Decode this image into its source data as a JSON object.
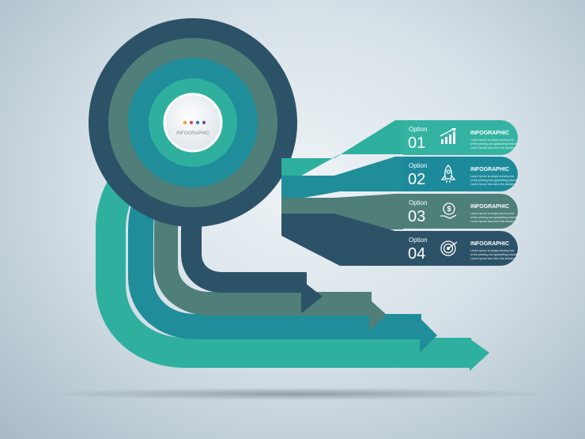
{
  "center": {
    "title": "INFOGRAPHIC",
    "dot_colors": [
      "#e8a33c",
      "#d2495a",
      "#3a78b8",
      "#7a4e9c"
    ]
  },
  "options": [
    {
      "option_label": "Option",
      "number": "01",
      "icon": "growth-chart-icon",
      "title": "INFOGRAPHIC",
      "color": "#34b3a2",
      "body_lines": [
        "Lorem ipsum is simply dummy text",
        "of the printing and typesetting industry.",
        "Lorem Ipsum has been the industry's"
      ]
    },
    {
      "option_label": "Option",
      "number": "02",
      "icon": "rocket-icon",
      "title": "INFOGRAPHIC",
      "color": "#1c8a9b",
      "body_lines": [
        "Lorem ipsum is simply dummy text",
        "of the printing and typesetting industry.",
        "Lorem Ipsum has been the industry's"
      ]
    },
    {
      "option_label": "Option",
      "number": "03",
      "icon": "money-hand-icon",
      "title": "INFOGRAPHIC",
      "color": "#4e7f78",
      "body_lines": [
        "Lorem ipsum is simply dummy text",
        "of the printing and typesetting industry.",
        "Lorem Ipsum has been the industry's"
      ]
    },
    {
      "option_label": "Option",
      "number": "04",
      "icon": "target-icon",
      "title": "INFOGRAPHIC",
      "color": "#2c5268",
      "body_lines": [
        "Lorem ipsum is simply dummy text",
        "of the printing and typesetting industry.",
        "Lorem Ipsum has been the industry's"
      ]
    }
  ]
}
